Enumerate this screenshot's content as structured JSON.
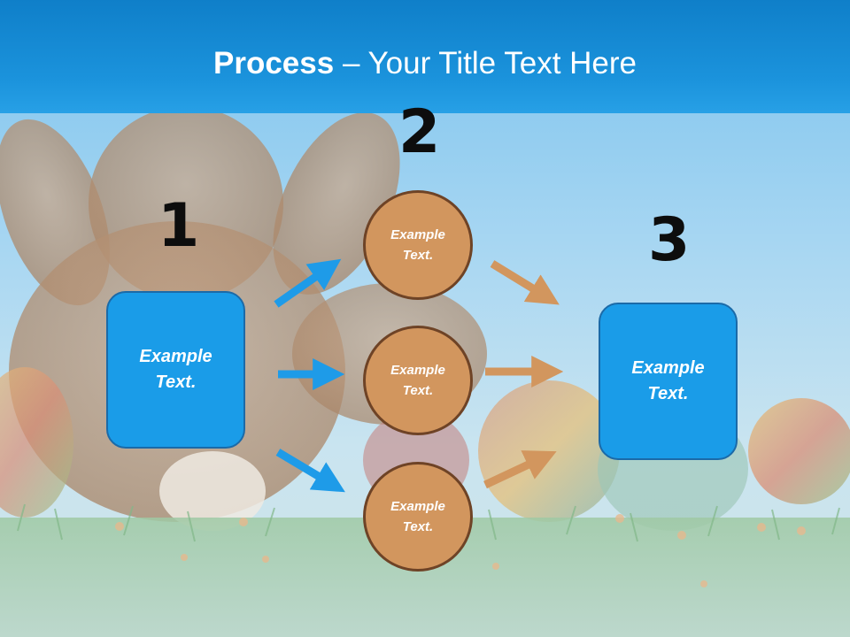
{
  "title": {
    "bold": "Process",
    "rest": " – Your Title Text Here"
  },
  "steps": {
    "one": {
      "number": "1",
      "box_text": "Example Text."
    },
    "two": {
      "number": "2",
      "circles": [
        "Example Text.",
        "Example Text.",
        "Example Text."
      ]
    },
    "three": {
      "number": "3",
      "box_text": "Example Text."
    }
  },
  "colors": {
    "header": "#1b93dc",
    "box": "#1a9ce8",
    "circle": "#d2965e",
    "circle_border": "#6e4326",
    "blue_arrow": "#1e9be8",
    "tan_arrow": "#d2965e"
  }
}
